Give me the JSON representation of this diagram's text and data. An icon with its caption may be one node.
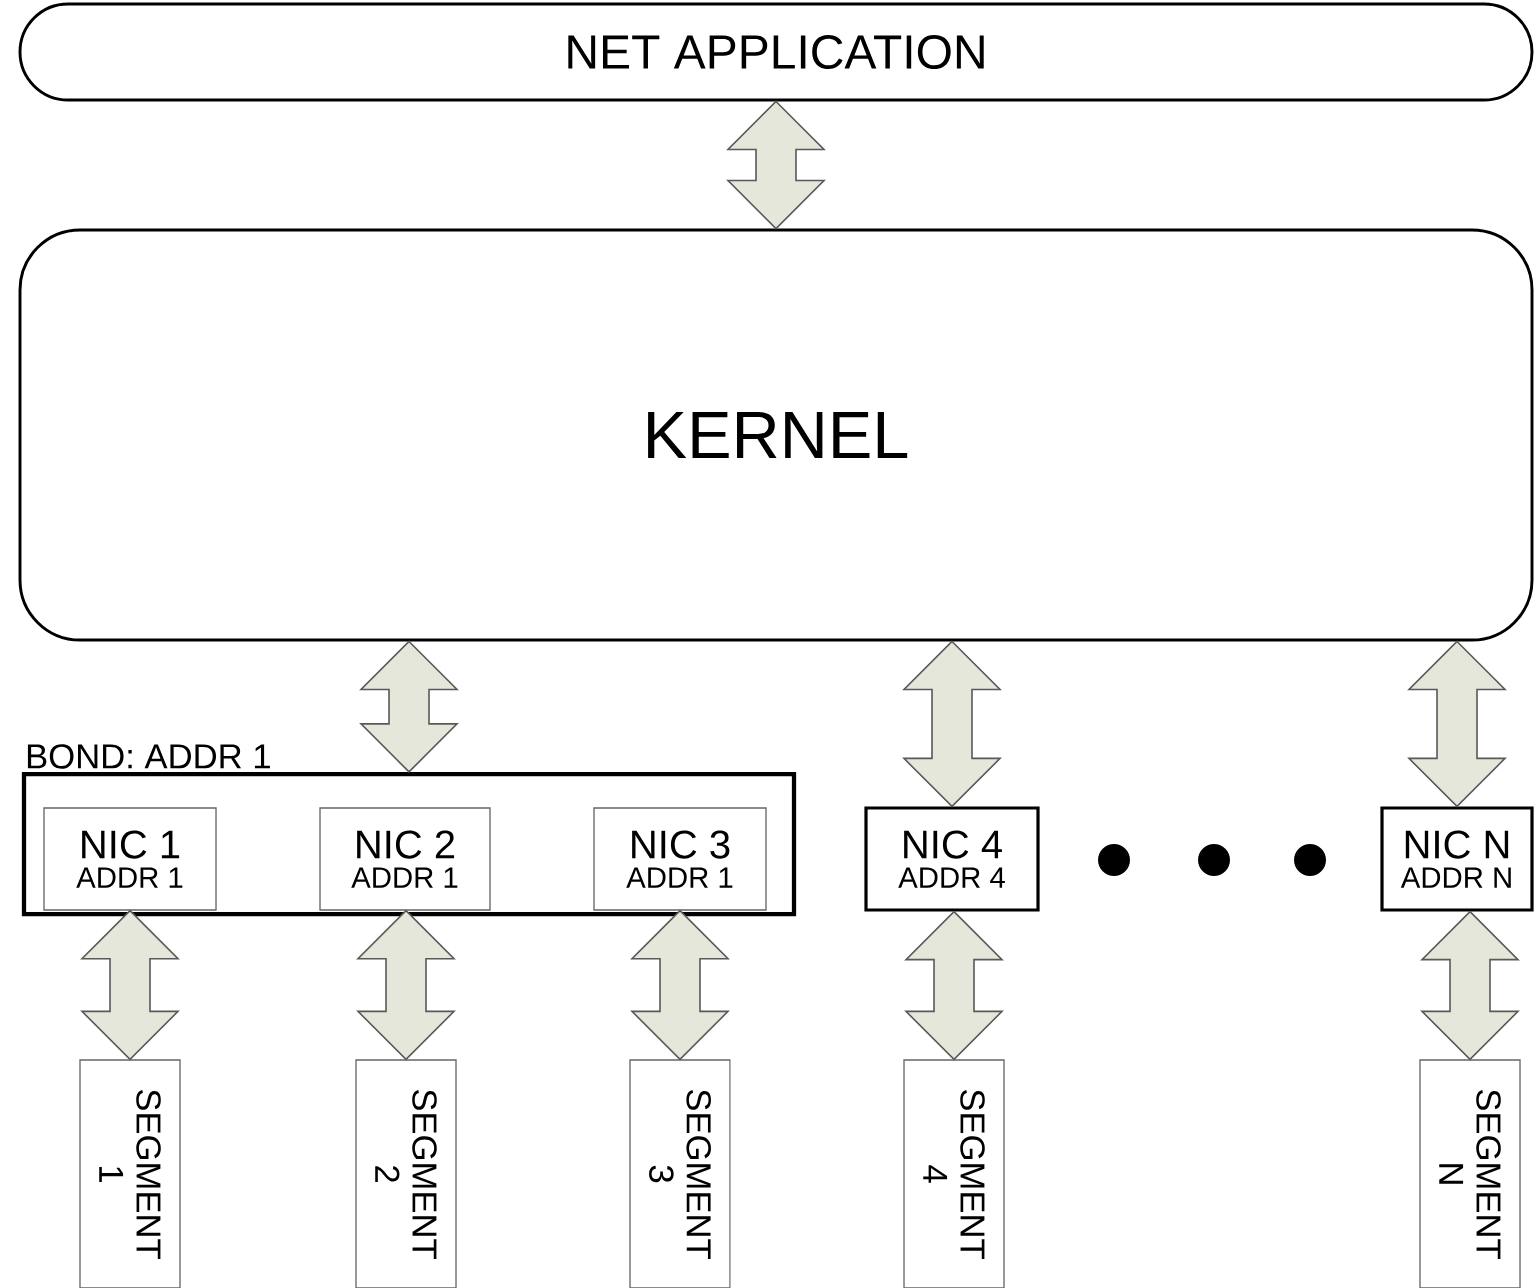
{
  "diagram": {
    "nodes": [
      {
        "text": [
          "NET APPLICATION"
        ]
      },
      {
        "text": [
          "KERNEL"
        ]
      },
      {
        "text": [
          "BOND: ADDR 1"
        ]
      },
      {
        "text": [
          "NIC 1",
          "ADDR 1"
        ],
        "in": 2
      },
      {
        "text": [
          "NIC 2",
          "ADDR 1"
        ],
        "in": 2
      },
      {
        "text": [
          "NIC 3",
          "ADDR 1"
        ],
        "in": 2
      },
      {
        "text": [
          "NIC 4",
          "ADDR 4"
        ]
      },
      {
        "text": [
          "NIC N",
          "ADDR N"
        ]
      },
      {
        "text": [
          "SEGMENT 1"
        ]
      },
      {
        "text": [
          "SEGMENT 2"
        ]
      },
      {
        "text": [
          "SEGMENT 3"
        ]
      },
      {
        "text": [
          "SEGMENT 4"
        ]
      },
      {
        "text": [
          "SEGMENT N"
        ]
      }
    ],
    "edges": [
      {
        "from": 0,
        "to": 1,
        "arrow": "both"
      },
      {
        "from": 1,
        "to": 2,
        "arrow": "both"
      },
      {
        "from": 1,
        "to": 6,
        "arrow": "both"
      },
      {
        "from": 1,
        "to": 7,
        "arrow": "both"
      },
      {
        "from": 3,
        "to": 8,
        "arrow": "both"
      },
      {
        "from": 4,
        "to": 9,
        "arrow": "both"
      },
      {
        "from": 5,
        "to": 10,
        "arrow": "both"
      },
      {
        "from": 6,
        "to": 11,
        "arrow": "both"
      },
      {
        "from": 7,
        "to": 12,
        "arrow": "both"
      }
    ]
  }
}
